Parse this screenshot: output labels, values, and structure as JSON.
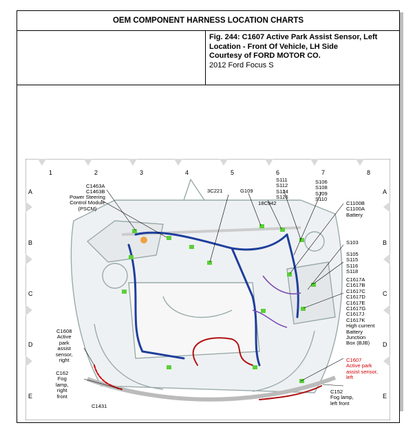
{
  "header": {
    "title": "OEM COMPONENT HARNESS LOCATION CHARTS"
  },
  "info": {
    "fig_line1": "Fig. 244: C1607 Active Park Assist Sensor, Left",
    "fig_line2": "Location - Front Of Vehicle, LH Side",
    "courtesy": "Courtesy of FORD MOTOR CO.",
    "vehicle": "2012 Ford Focus S"
  },
  "grid": {
    "columns": [
      "1",
      "2",
      "3",
      "4",
      "5",
      "6",
      "7",
      "8"
    ],
    "rows": [
      "A",
      "B",
      "C",
      "D",
      "E"
    ]
  },
  "labels": {
    "c1463": "C1463A\nC1463B",
    "pscm": "Power Steering\nControl Module\n(PSCM)",
    "c3c221": "3C221",
    "g109": "G109",
    "c18c942": "18C942",
    "s111": "S111\nS112\nS124\nS126",
    "s106": "S106\nS108\nS109\nS110",
    "c1100": "C1100B\nC1100A\nBattery",
    "s103": "S103",
    "s105": "S105\nS115\nS116\nS118",
    "c1617": "C1617A\nC1617B\nC1617C\nC1617D\nC1617E\nC1617G\nC1617J\nC1617K\nHigh current\nBattery\nJunction\nBox (BJB)",
    "c1607": "C1607\nActive park\nassist sensor,\nleft",
    "c1608": "C1608\nActive\npark\nassist\nsensor,\nright",
    "c162": "C162\nFog\nlamp,\nright\nfront",
    "c152": "C152\nFog lamp,\nleft front",
    "c1431": "C1431"
  },
  "colors": {
    "highlight": "#d10000",
    "harness_blue": "#1e3f9c",
    "connector_green": "#5bcf3a"
  }
}
